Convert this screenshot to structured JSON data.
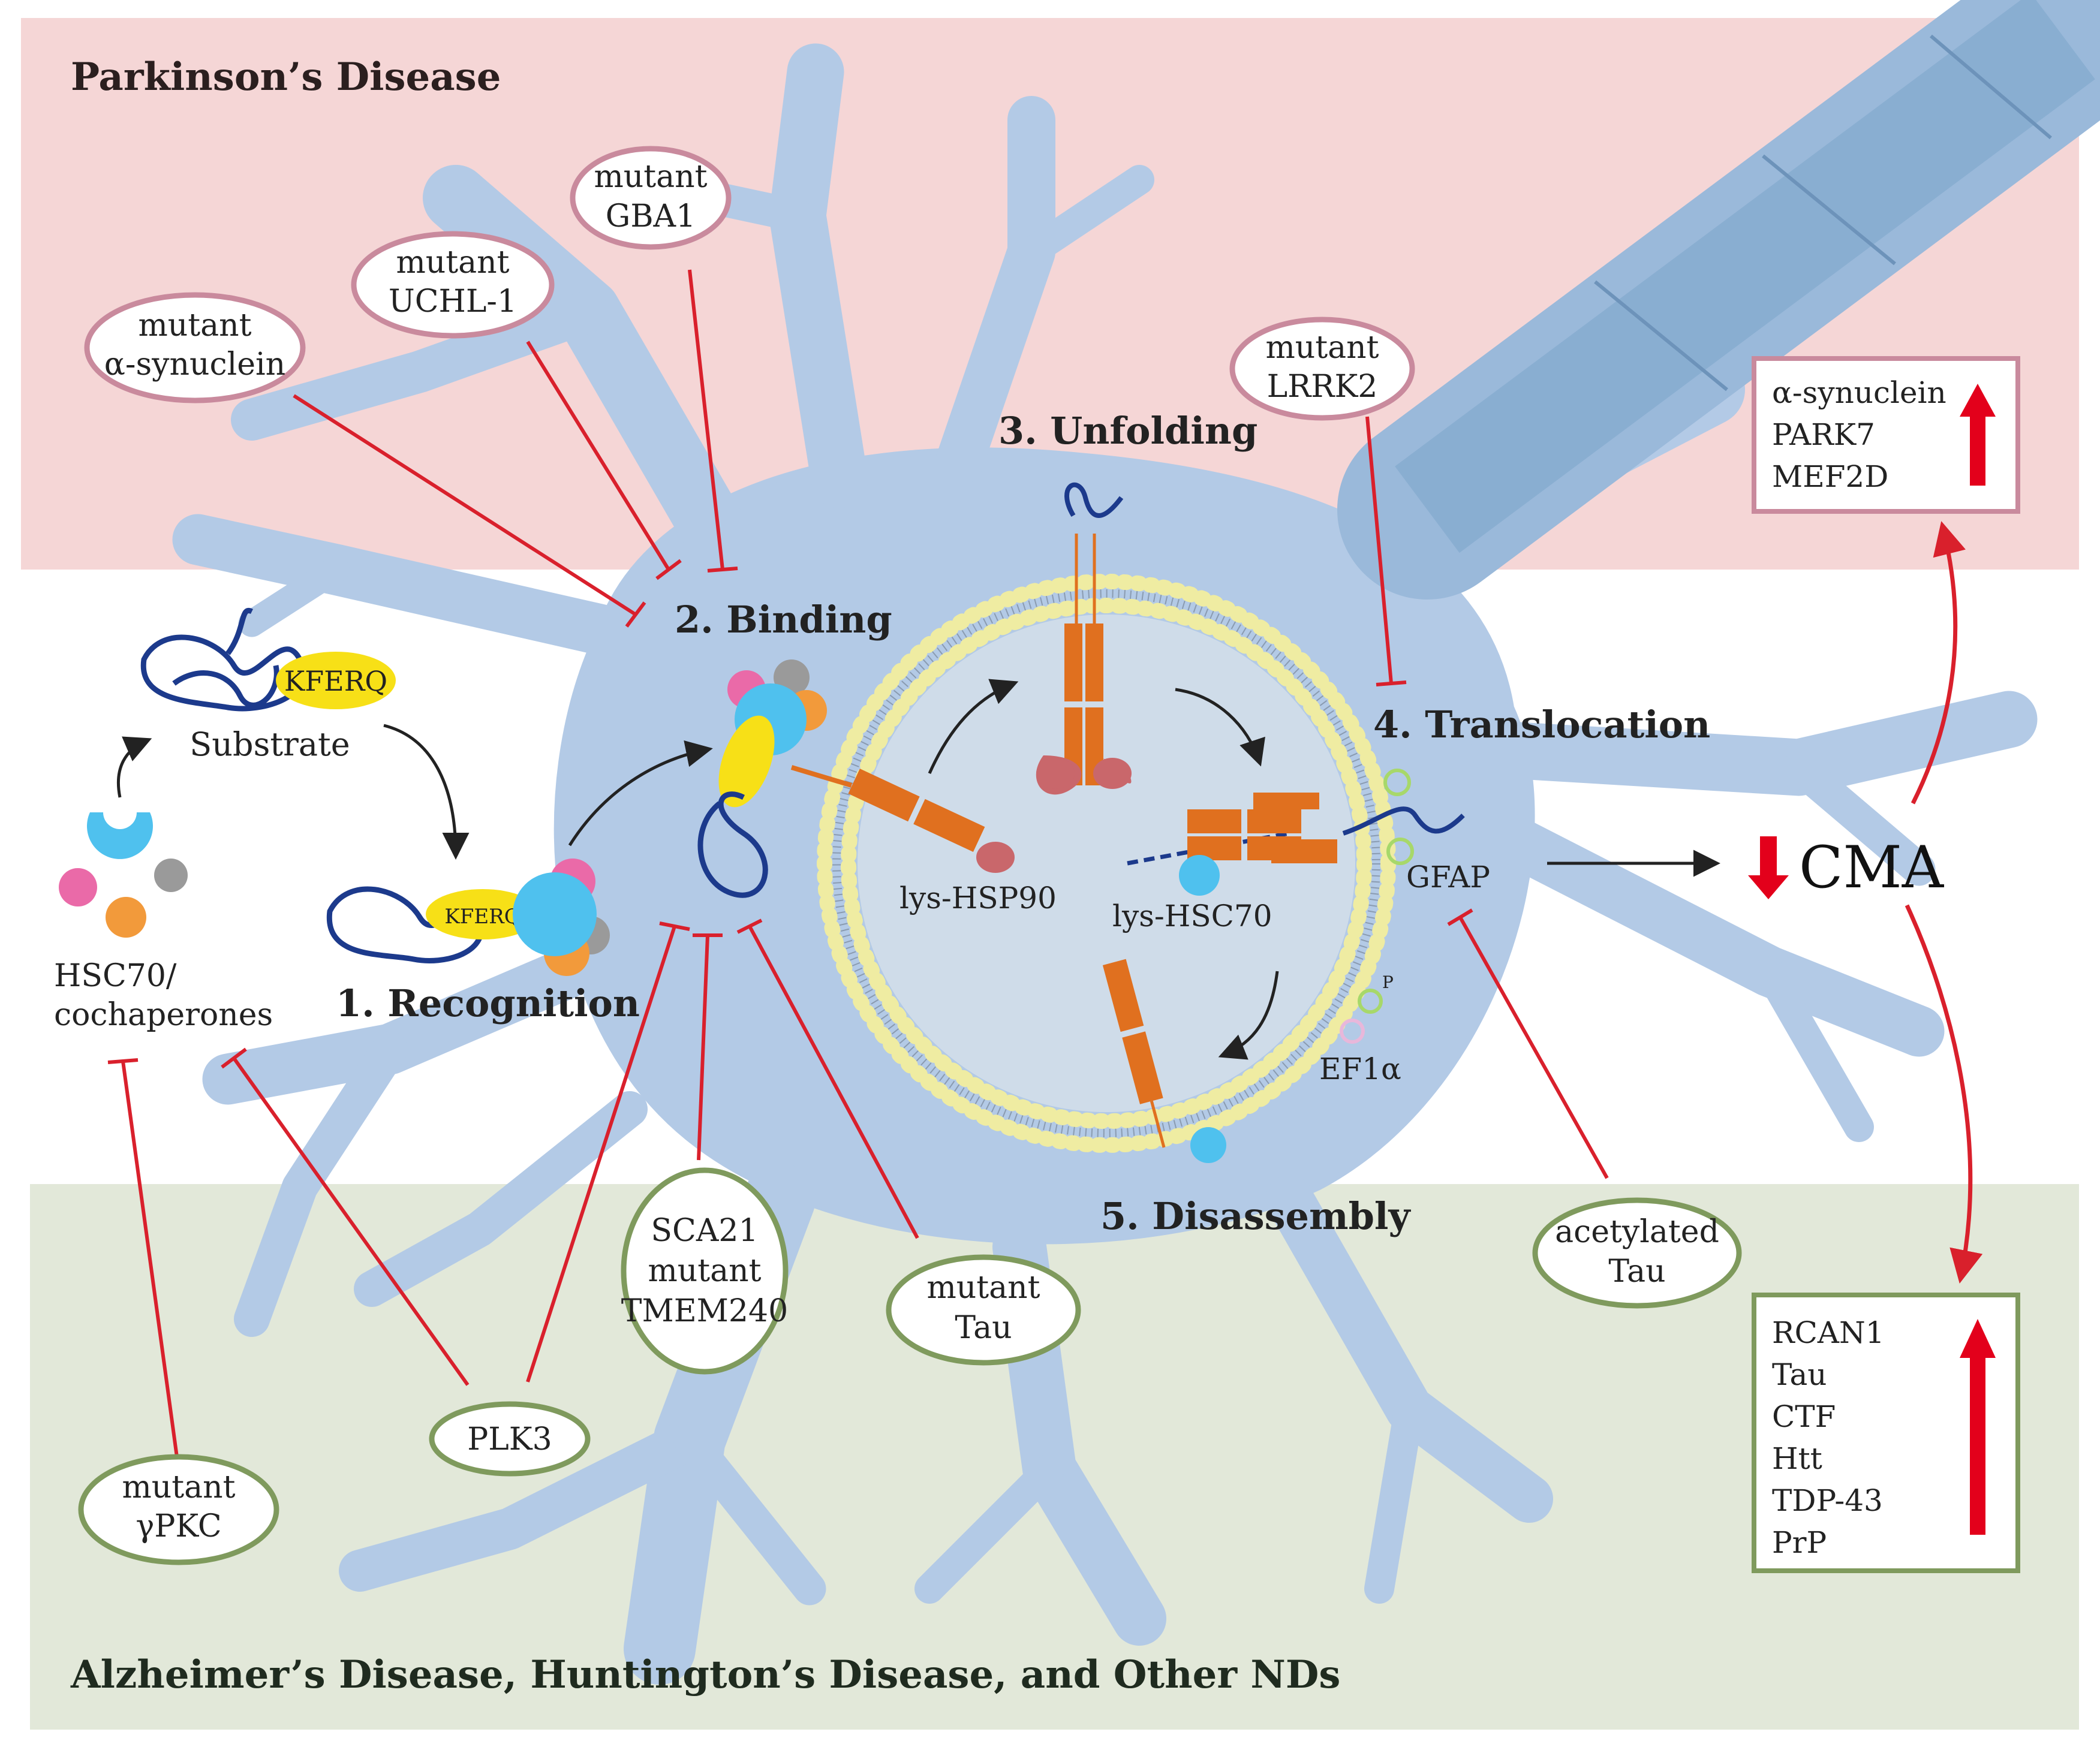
{
  "colors": {
    "pd_band": "#f5d6d6",
    "ad_band": "#e2e8d9",
    "neuron": "#b3cae6",
    "neuron_edge": "#9fb9dc",
    "axon": "#7fa6cc",
    "lysosome_fill": "#cfdce9",
    "lipid_beads": "#efeca2",
    "inhibit_red": "#d9202c",
    "up_arrow_red": "#e3001b",
    "pd_oval_border": "#c98a9d",
    "ad_oval_border": "#7f9a5d",
    "kferq_yellow": "#f7e017",
    "substrate_blue": "#1c3a8c",
    "hsc70_cyan": "#4fc1ee",
    "pink": "#ea6aa8",
    "orange": "#f29a3b",
    "grey": "#9a9a9a",
    "receptor_orange": "#e0701f",
    "hsp90_red": "#c9676b",
    "marker_green": "#a7d86a",
    "ef1a_pink": "#e8b7da"
  },
  "regions": {
    "pd_title": "Parkinson’s Disease",
    "ad_title": "Alzheimer’s Disease, Huntington’s Disease, and Other NDs"
  },
  "steps": {
    "recognition": "1. Recognition",
    "binding": "2. Binding",
    "unfolding": "3. Unfolding",
    "translocation": "4. Translocation",
    "disassembly": "5. Disassembly"
  },
  "labels": {
    "substrate": "Substrate",
    "kferq": "KFERQ",
    "hsc70_line1": "HSC70/",
    "hsc70_line2": "cochaperones",
    "lys_hsp90": "lys-HSP90",
    "lys_hsc70": "lys-HSC70",
    "gfap": "GFAP",
    "ef1a": "EF1α",
    "phospho": "P",
    "cma": "CMA"
  },
  "pd_factors": [
    {
      "line1": "mutant",
      "line2": "α-synuclein"
    },
    {
      "line1": "mutant",
      "line2": "UCHL-1"
    },
    {
      "line1": "mutant",
      "line2": "GBA1"
    },
    {
      "line1": "mutant",
      "line2": "LRRK2"
    }
  ],
  "ad_factors": {
    "sca21": [
      "SCA21",
      "mutant",
      "TMEM240"
    ],
    "mutant_tau": [
      "mutant",
      "Tau"
    ],
    "acetylated_tau": [
      "acetylated",
      "Tau"
    ],
    "plk3": "PLK3",
    "gamma_pkc": [
      "mutant",
      "γPKC"
    ]
  },
  "pd_increased": [
    "α-synuclein",
    "PARK7",
    "MEF2D"
  ],
  "ad_increased": [
    "RCAN1",
    "Tau",
    "CTF",
    "Htt",
    "TDP-43",
    "PrP"
  ]
}
